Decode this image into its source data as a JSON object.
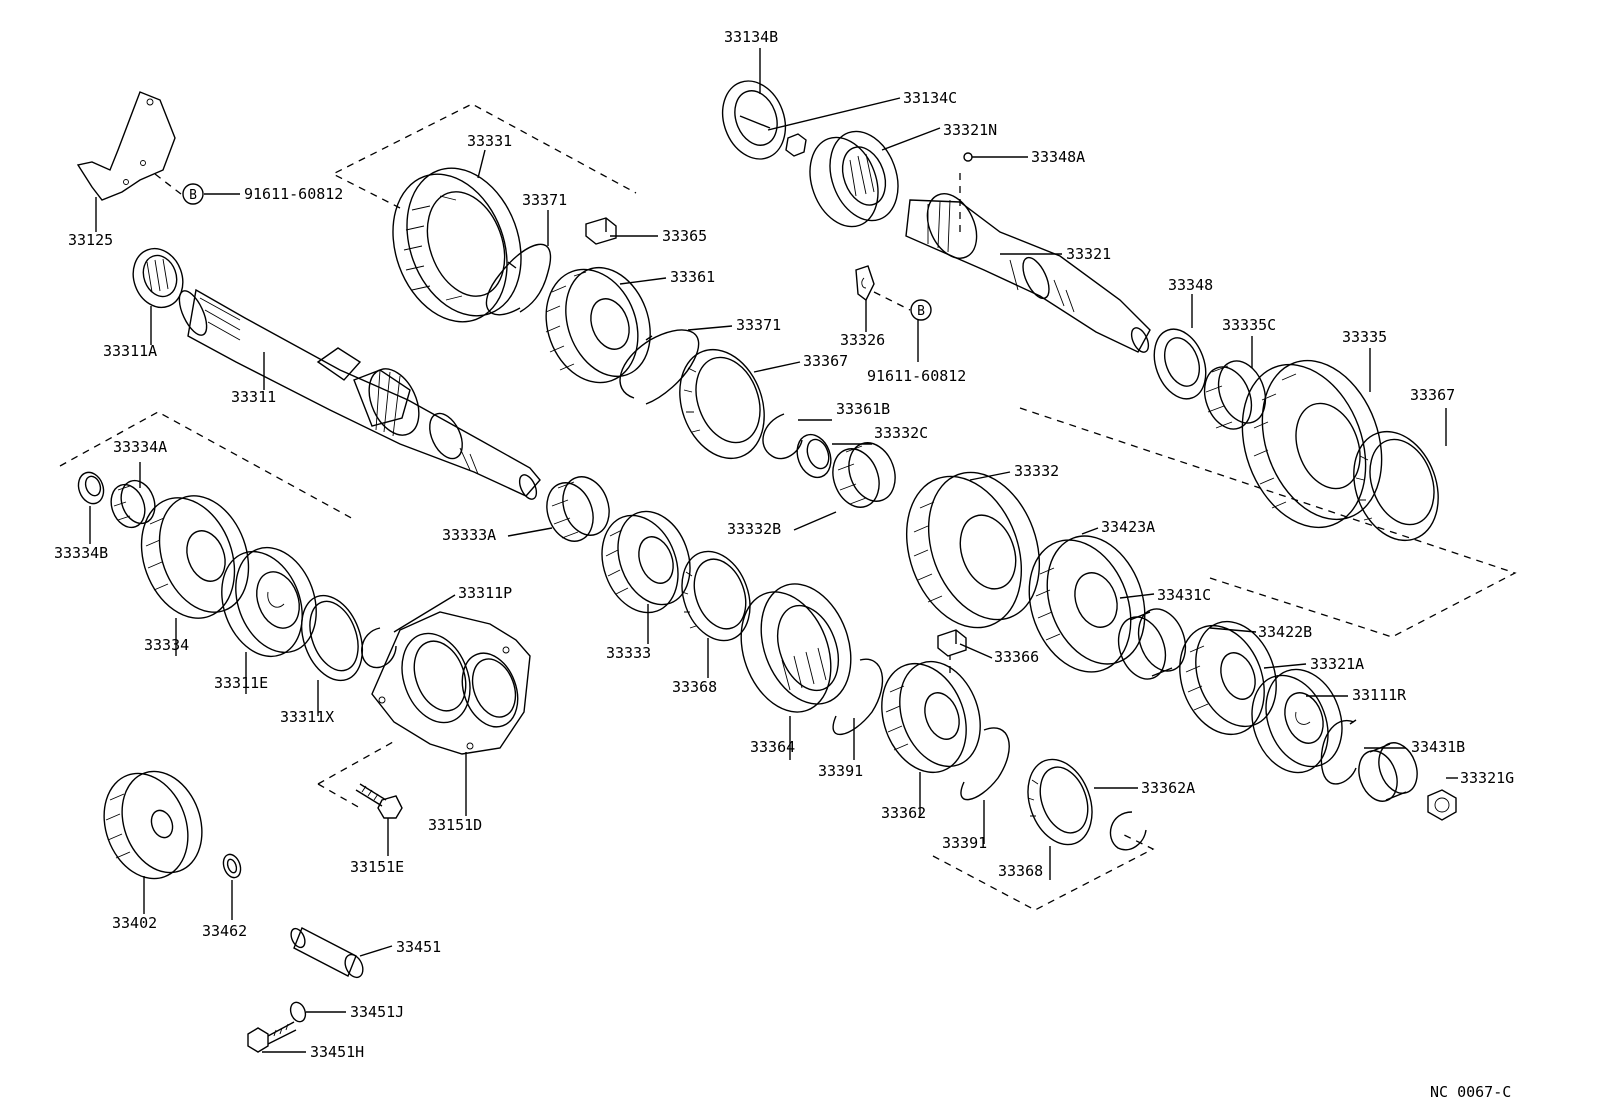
{
  "labels": {
    "l33134B": "33134B",
    "l33134C": "33134C",
    "l33321N": "33321N",
    "l33348A": "33348A",
    "l33321": "33321",
    "l33331": "33331",
    "l33371a": "33371",
    "l33365": "33365",
    "l33361": "33361",
    "l33371b": "33371",
    "l33367a": "33367",
    "l33361B": "33361B",
    "l33332C": "33332C",
    "l33326": "33326",
    "l91611a": "91611-60812",
    "l91611b": "91611-60812",
    "l33125": "33125",
    "l33311A": "33311A",
    "l33311": "33311",
    "l33348": "33348",
    "l33335C": "33335C",
    "l33335": "33335",
    "l33367b": "33367",
    "l33334A": "33334A",
    "l33334B": "33334B",
    "l33334": "33334",
    "l33311E": "33311E",
    "l33311X": "33311X",
    "l33311P": "33311P",
    "l33151D": "33151D",
    "l33151E": "33151E",
    "l33333A": "33333A",
    "l33333": "33333",
    "l33368a": "33368",
    "l33364": "33364",
    "l33391a": "33391",
    "l33332B": "33332B",
    "l33332": "33332",
    "l33423A": "33423A",
    "l33431C": "33431C",
    "l33422B": "33422B",
    "l33321A": "33321A",
    "l33111R": "33111R",
    "l33431B": "33431B",
    "l33321G": "33321G",
    "l33366": "33366",
    "l33362": "33362",
    "l33391b": "33391",
    "l33368b": "33368",
    "l33362A": "33362A",
    "l33402": "33402",
    "l33462": "33462",
    "l33451": "33451",
    "l33451J": "33451J",
    "l33451H": "33451H",
    "markerB1": "B",
    "markerB2": "B",
    "code": "NC 0067-C"
  }
}
